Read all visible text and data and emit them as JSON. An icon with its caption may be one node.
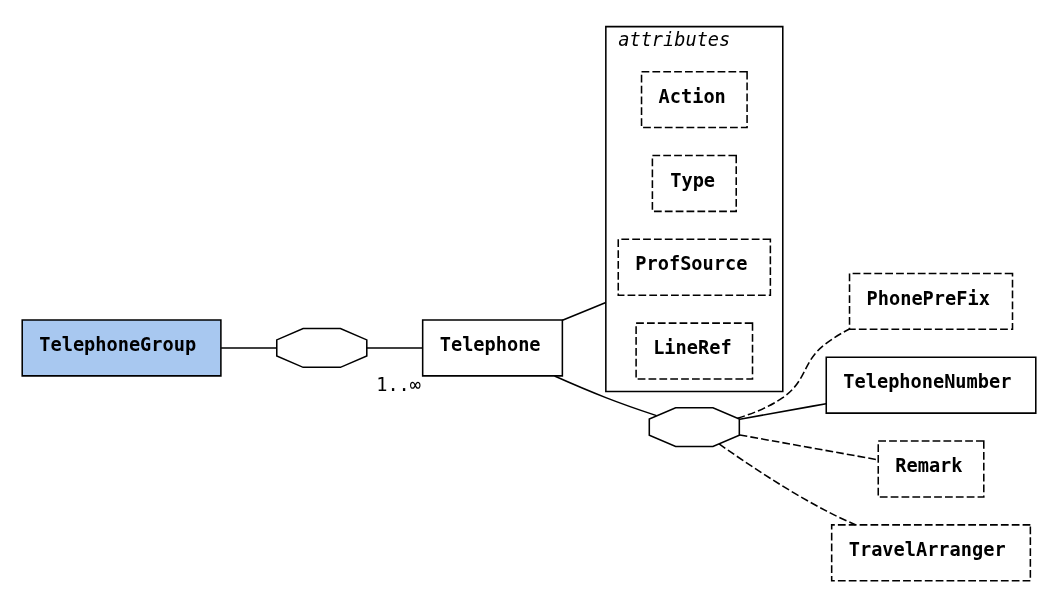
{
  "diagram": {
    "nodes": [
      {
        "text": [
          "TelephoneGroup"
        ]
      },
      {
        "text": [],
        "shape": "octagon"
      },
      {
        "text": [
          "Telephone"
        ],
        "beside": [
          "1..∞"
        ]
      },
      {
        "text": [
          "attributes"
        ]
      },
      {
        "text": [
          "Action"
        ],
        "in": 3
      },
      {
        "text": [
          "Type"
        ],
        "in": 3
      },
      {
        "text": [
          "ProfSource"
        ],
        "in": 3
      },
      {
        "text": [
          "LineRef"
        ],
        "in": 3
      },
      {
        "text": [],
        "shape": "octagon"
      },
      {
        "text": [
          "PhonePreFix"
        ]
      },
      {
        "text": [
          "TelephoneNumber"
        ]
      },
      {
        "text": [
          "Remark"
        ]
      },
      {
        "text": [
          "TravelArranger"
        ]
      }
    ],
    "edges": [
      {
        "from": 0,
        "to": 1,
        "arrow": "none"
      },
      {
        "from": 1,
        "to": 2,
        "arrow": "none"
      },
      {
        "from": 2,
        "to": 3,
        "arrow": "none"
      },
      {
        "from": 2,
        "to": 8,
        "arrow": "none"
      },
      {
        "from": 8,
        "to": 9,
        "arrow": "none",
        "style": "dashed"
      },
      {
        "from": 8,
        "to": 10,
        "arrow": "none"
      },
      {
        "from": 8,
        "to": 11,
        "arrow": "none",
        "style": "dashed"
      },
      {
        "from": 8,
        "to": 12,
        "arrow": "none",
        "style": "dashed"
      }
    ]
  }
}
